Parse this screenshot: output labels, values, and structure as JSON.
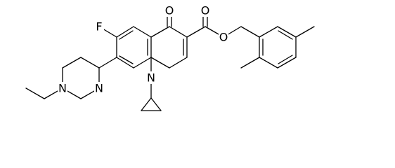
{
  "atoms": {
    "f": "F",
    "o_ketone": "O",
    "o_carbonyl": "O",
    "o_ester": "O",
    "n_quinolone": "N",
    "n_pip_aryl": "N",
    "n_pip_ethyl": "N"
  },
  "colors": {
    "bond": "#000000",
    "label": "#000000",
    "background": "#ffffff"
  }
}
